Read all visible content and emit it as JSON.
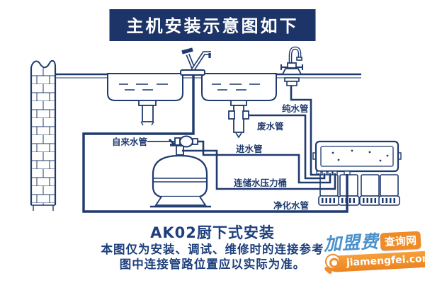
{
  "title": "主机安装示意图如下",
  "diagram": {
    "labels": {
      "pure_water": "纯水管",
      "waste_water": "废水管",
      "tap_water": "自来水管",
      "inlet_water": "进水管",
      "tank_connect": "连储水压力桶",
      "purified_water": "净化水管"
    },
    "caption": "AK02厨下式安装"
  },
  "notes": {
    "line1": "本图仅为安装、调试、维修时的连接参考",
    "line2": "图中连接管路位置应以实际为准。"
  },
  "watermark": {
    "brand": "加盟费",
    "badge": "查询网",
    "domain": "jiamengfei.com"
  },
  "colors": {
    "line_navy": "#1f3a6e",
    "banner_navy": "#1c3467",
    "text_navy": "#1d3f7d",
    "watermark_orange": "#ef8f2d",
    "watermark_blue": "#4b92cc"
  }
}
